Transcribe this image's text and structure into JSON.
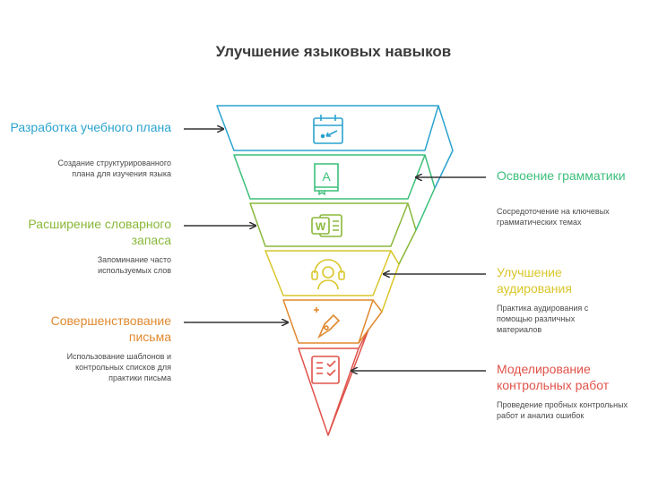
{
  "title": "Улучшение языковых навыков",
  "steps": [
    {
      "label": "Разработка учебного плана",
      "desc": "Создание структурированного плана для изучения языка",
      "color": "#2aa3cf",
      "icon": "calendar-icon",
      "side": "left"
    },
    {
      "label": "Освоение грамматики",
      "desc": "Сосредоточение на ключевых грамматических темах",
      "color": "#3bbf7a",
      "icon": "grammar-book-icon",
      "icon_letter": "A",
      "side": "right"
    },
    {
      "label": "Расширение словарного запаса",
      "desc": "Запоминание часто используемых слов",
      "color": "#8ab83a",
      "icon": "word-document-icon",
      "icon_letter": "W",
      "side": "left"
    },
    {
      "label": "Улучшение аудирования",
      "desc": "Практика аудирования с помощью различных материалов",
      "color": "#d9c62a",
      "icon": "headset-user-icon",
      "side": "right"
    },
    {
      "label": "Совершенствование письма",
      "desc": "Использование шаблонов и контрольных списков для практики письма",
      "color": "#e0892f",
      "icon": "pen-nib-icon",
      "side": "left"
    },
    {
      "label": "Моделирование контрольных работ",
      "desc": "Проведение пробных контрольных работ и анализ ошибок",
      "color": "#e0534a",
      "icon": "checklist-icon",
      "side": "right"
    }
  ]
}
